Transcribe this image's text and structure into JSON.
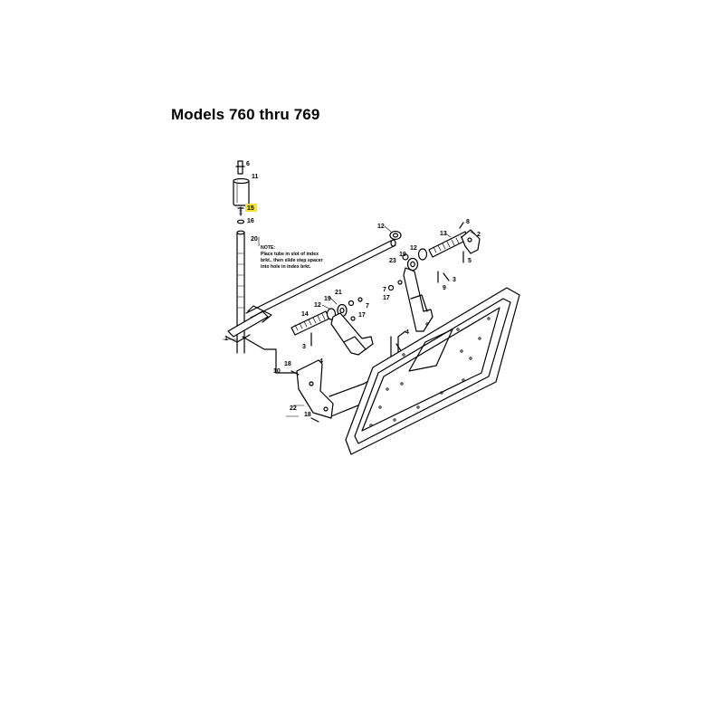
{
  "title": "Models 760 thru 769",
  "highlight_color": "#f2e33a",
  "note": {
    "lines": [
      "NOTE:",
      "Place tube in slot of index",
      "brkt., then slide step spacer",
      "into hole in index brkt."
    ]
  },
  "callouts": [
    "1",
    "2",
    "3",
    "3",
    "4",
    "4",
    "5",
    "6",
    "7",
    "7",
    "8",
    "9",
    "10",
    "11",
    "12",
    "12",
    "12",
    "13",
    "14",
    "15",
    "16",
    "17",
    "17",
    "18",
    "18",
    "19",
    "19",
    "20",
    "21",
    "22",
    "23"
  ],
  "highlighted_callout": "15"
}
